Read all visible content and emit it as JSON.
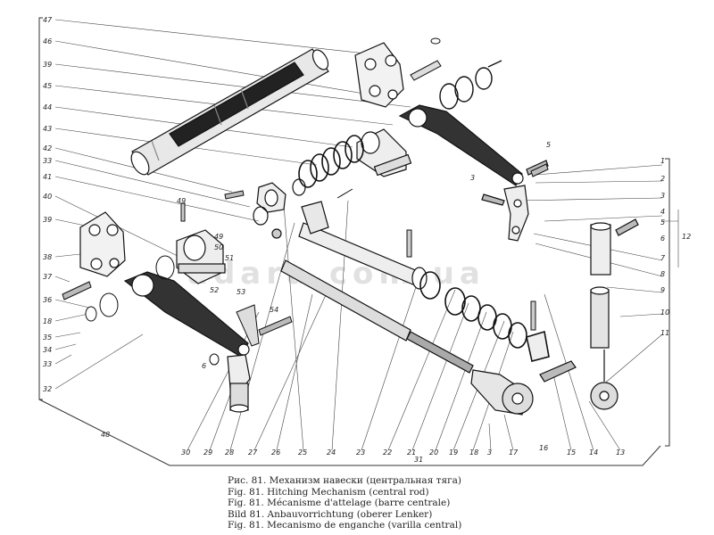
{
  "title": "Механизм навески (центральная тяга)",
  "watermark": "adara.com.ua",
  "callouts": {
    "n1": "1",
    "n2": "2",
    "n3": "3",
    "n4": "4",
    "n5": "5",
    "n6": "6",
    "n7": "7",
    "n8": "8",
    "n9": "9",
    "n10": "10",
    "n11": "11",
    "n12": "12",
    "n13": "13",
    "n14": "14",
    "n15": "15",
    "n16": "16",
    "n17": "17",
    "n18": "18",
    "n19": "19",
    "n20": "20",
    "n21": "21",
    "n22": "22",
    "n23": "23",
    "n24": "24",
    "n25": "25",
    "n26": "26",
    "n27": "27",
    "n28": "28",
    "n29": "29",
    "n30": "30",
    "n31": "31",
    "n32": "32",
    "n33": "33",
    "n34": "34",
    "n35": "35",
    "n36": "36",
    "n37": "37",
    "n38": "38",
    "n39": "39",
    "n40": "40",
    "n41": "41",
    "n42": "42",
    "n43": "43",
    "n44": "44",
    "n45": "45",
    "n46": "46",
    "n47": "47",
    "n48": "48",
    "n49": "49",
    "n50": "50",
    "n51": "51",
    "n52": "52",
    "n53": "53",
    "n54": "54"
  },
  "caption": {
    "ru": "Рис. 81. Механизм навески (центральная тяга)",
    "en": "Fig. 81. Hitching Mechanism (central rod)",
    "fr": "Fig. 81. Mécanisme d'attelage (barre centrale)",
    "de": "Bild 81. Anbauvorrichtung (oberer Lenker)",
    "es": "Fig. 81. Mecanismo de enganche (varilla central)"
  }
}
